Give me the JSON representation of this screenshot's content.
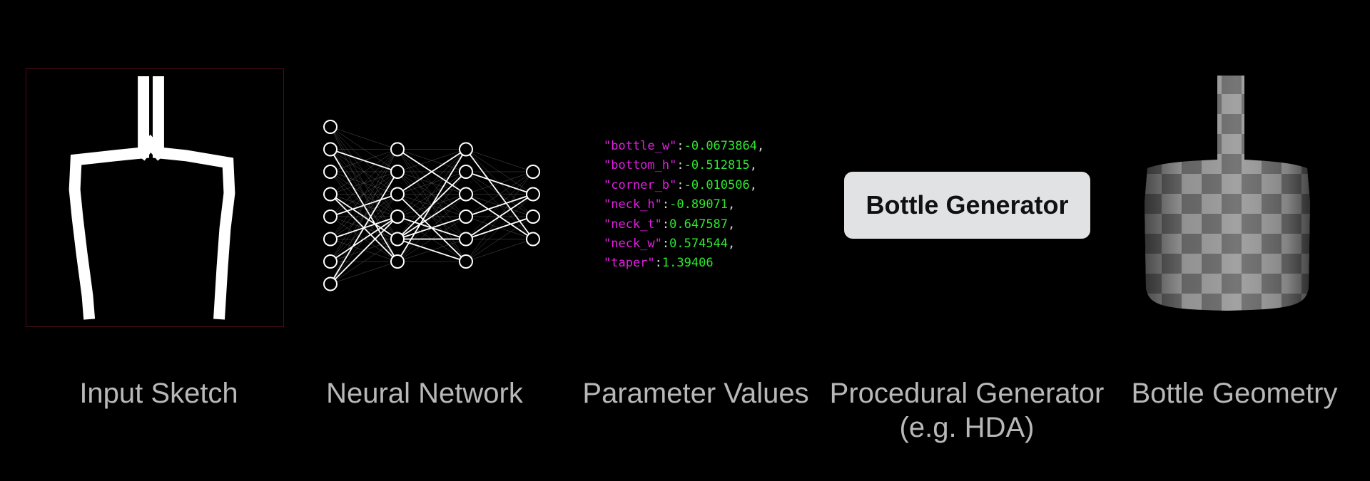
{
  "pipeline": {
    "captions": {
      "input_sketch": "Input Sketch",
      "neural_network": "Neural Network",
      "parameter_values": "Parameter Values",
      "procedural_generator_line1": "Procedural Generator",
      "procedural_generator_line2": "(e.g. HDA)",
      "bottle_geometry": "Bottle Geometry"
    },
    "generator_button_label": "Bottle Generator",
    "parameters": [
      {
        "key": "\"bottle_w\"",
        "value": "-0.0673864",
        "comma": ","
      },
      {
        "key": "\"bottom_h\"",
        "value": "-0.512815",
        "comma": ","
      },
      {
        "key": "\"corner_b\"",
        "value": "-0.010506",
        "comma": ","
      },
      {
        "key": "\"neck_h\"",
        "value": "-0.89071",
        "comma": ","
      },
      {
        "key": "\"neck_t\"",
        "value": "0.647587",
        "comma": ","
      },
      {
        "key": "\"neck_w\"",
        "value": "0.574544",
        "comma": ","
      },
      {
        "key": "\"taper\"",
        "value": "1.39406",
        "comma": ""
      }
    ],
    "neural_network_layers": [
      8,
      6,
      6,
      4
    ],
    "colors": {
      "background": "#000000",
      "param_key": "#e020e0",
      "param_value": "#2ee82e",
      "caption": "#b8b8b8",
      "button_bg": "#e1e2e4"
    }
  }
}
